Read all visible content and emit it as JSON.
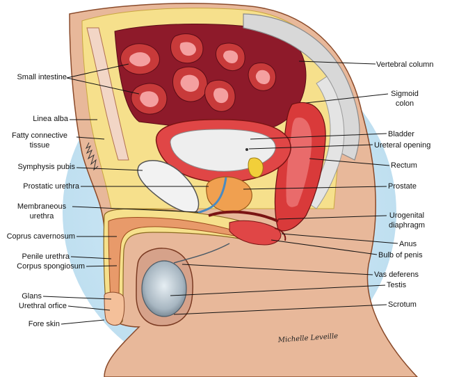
{
  "labels_left": [
    {
      "id": "small-intestine",
      "text": "Small intestine"
    },
    {
      "id": "linea-alba",
      "text": "Linea alba"
    },
    {
      "id": "fatty-connective-tissue",
      "lines": [
        "Fatty connective",
        "tissue"
      ]
    },
    {
      "id": "symphysis-pubis",
      "text": "Symphysis pubis"
    },
    {
      "id": "prostatic-urethra",
      "text": "Prostatic urethra"
    },
    {
      "id": "membraneous-urethra",
      "lines": [
        "Membraneous",
        "urethra"
      ]
    },
    {
      "id": "corpus-cavernosum",
      "text": "Coprus cavernosum"
    },
    {
      "id": "penile-urethra",
      "text": "Penile urethra"
    },
    {
      "id": "corpus-spongiosum",
      "text": "Corpus spongiosum"
    },
    {
      "id": "glans",
      "text": "Glans"
    },
    {
      "id": "urethral-orifice",
      "text": "Urethral orfice"
    },
    {
      "id": "fore-skin",
      "text": "Fore skin"
    }
  ],
  "labels_right": [
    {
      "id": "vertebral-column",
      "text": "Vertebral column"
    },
    {
      "id": "sigmoid-colon",
      "lines": [
        "Sigmoid",
        "colon"
      ]
    },
    {
      "id": "bladder",
      "text": "Bladder"
    },
    {
      "id": "ureteral-opening",
      "text": "Ureteral opening"
    },
    {
      "id": "rectum",
      "text": "Rectum"
    },
    {
      "id": "prostate",
      "text": "Prostate"
    },
    {
      "id": "urogenital-diaphragm",
      "lines": [
        "Urogenital",
        "diaphragm"
      ]
    },
    {
      "id": "anus",
      "text": "Anus"
    },
    {
      "id": "bulb-of-penis",
      "text": "Bulb of penis"
    },
    {
      "id": "vas-deferens",
      "text": "Vas deferens"
    },
    {
      "id": "testis",
      "text": "Testis"
    },
    {
      "id": "scrotum",
      "text": "Scrotum"
    }
  ],
  "signature": "Michelle Leveille",
  "colors": {
    "background_circle": "#cfe7f5",
    "skin": "#e8b89a",
    "fat": "#f6e08c",
    "peritoneum": "#8e1a2a",
    "intestine": "#c83a3a",
    "intestine_lining": "#f4a0a0",
    "bladder": "#e04646",
    "bladder_lumen": "#eeeeee",
    "vertebra": "#d8d8d8",
    "rectum": "#d93a3a",
    "prostate": "#f0a050",
    "testis": "#9aa8b4"
  }
}
